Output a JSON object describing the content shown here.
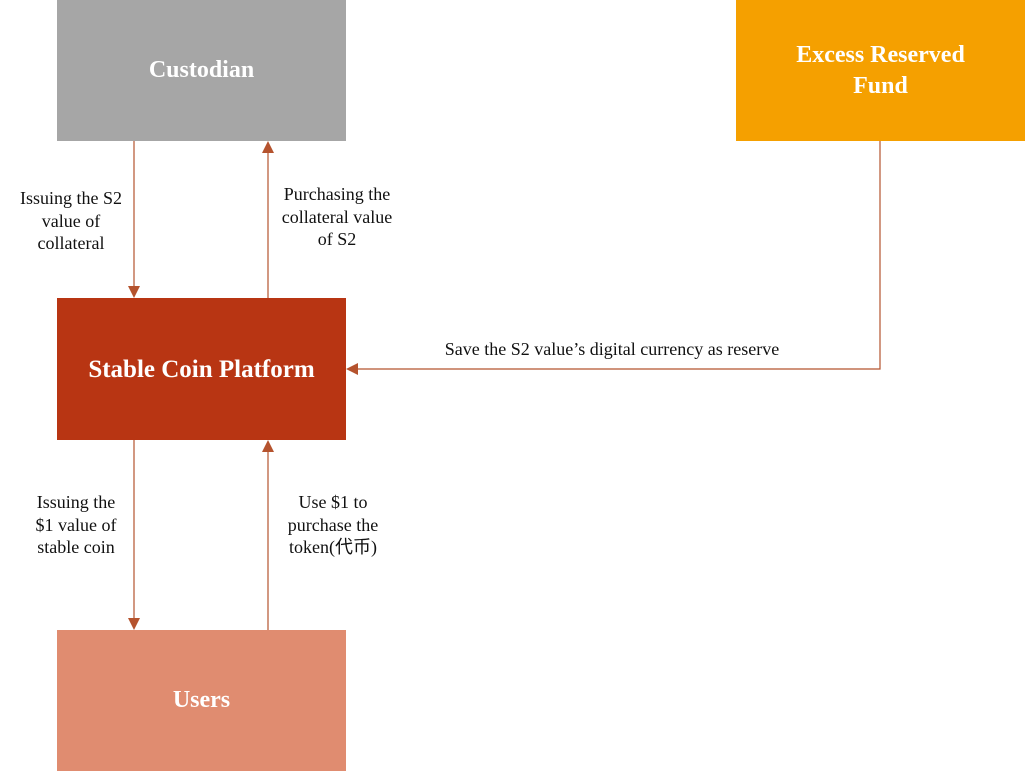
{
  "nodes": {
    "custodian": "Custodian",
    "fund_line1": "Excess Reserved",
    "fund_line2": "Fund",
    "platform": "Stable Coin Platform",
    "users": "Users"
  },
  "edges": {
    "issue_s2": [
      "Issuing the S2",
      "value of",
      "collateral"
    ],
    "purchase_s2": [
      "Purchasing the",
      "collateral value",
      "of S2"
    ],
    "save_reserve": "Save the S2 value’s digital currency as reserve",
    "issue_coin": [
      "Issuing the",
      "$1 value of",
      "stable coin"
    ],
    "use_1": [
      "Use $1 to",
      "purchase the",
      "token(代币)"
    ]
  },
  "colors": {
    "custodian": "#a6a6a6",
    "fund": "#f5a000",
    "platform": "#b83513",
    "users": "#e08c70",
    "arrow": "#b5532e"
  }
}
